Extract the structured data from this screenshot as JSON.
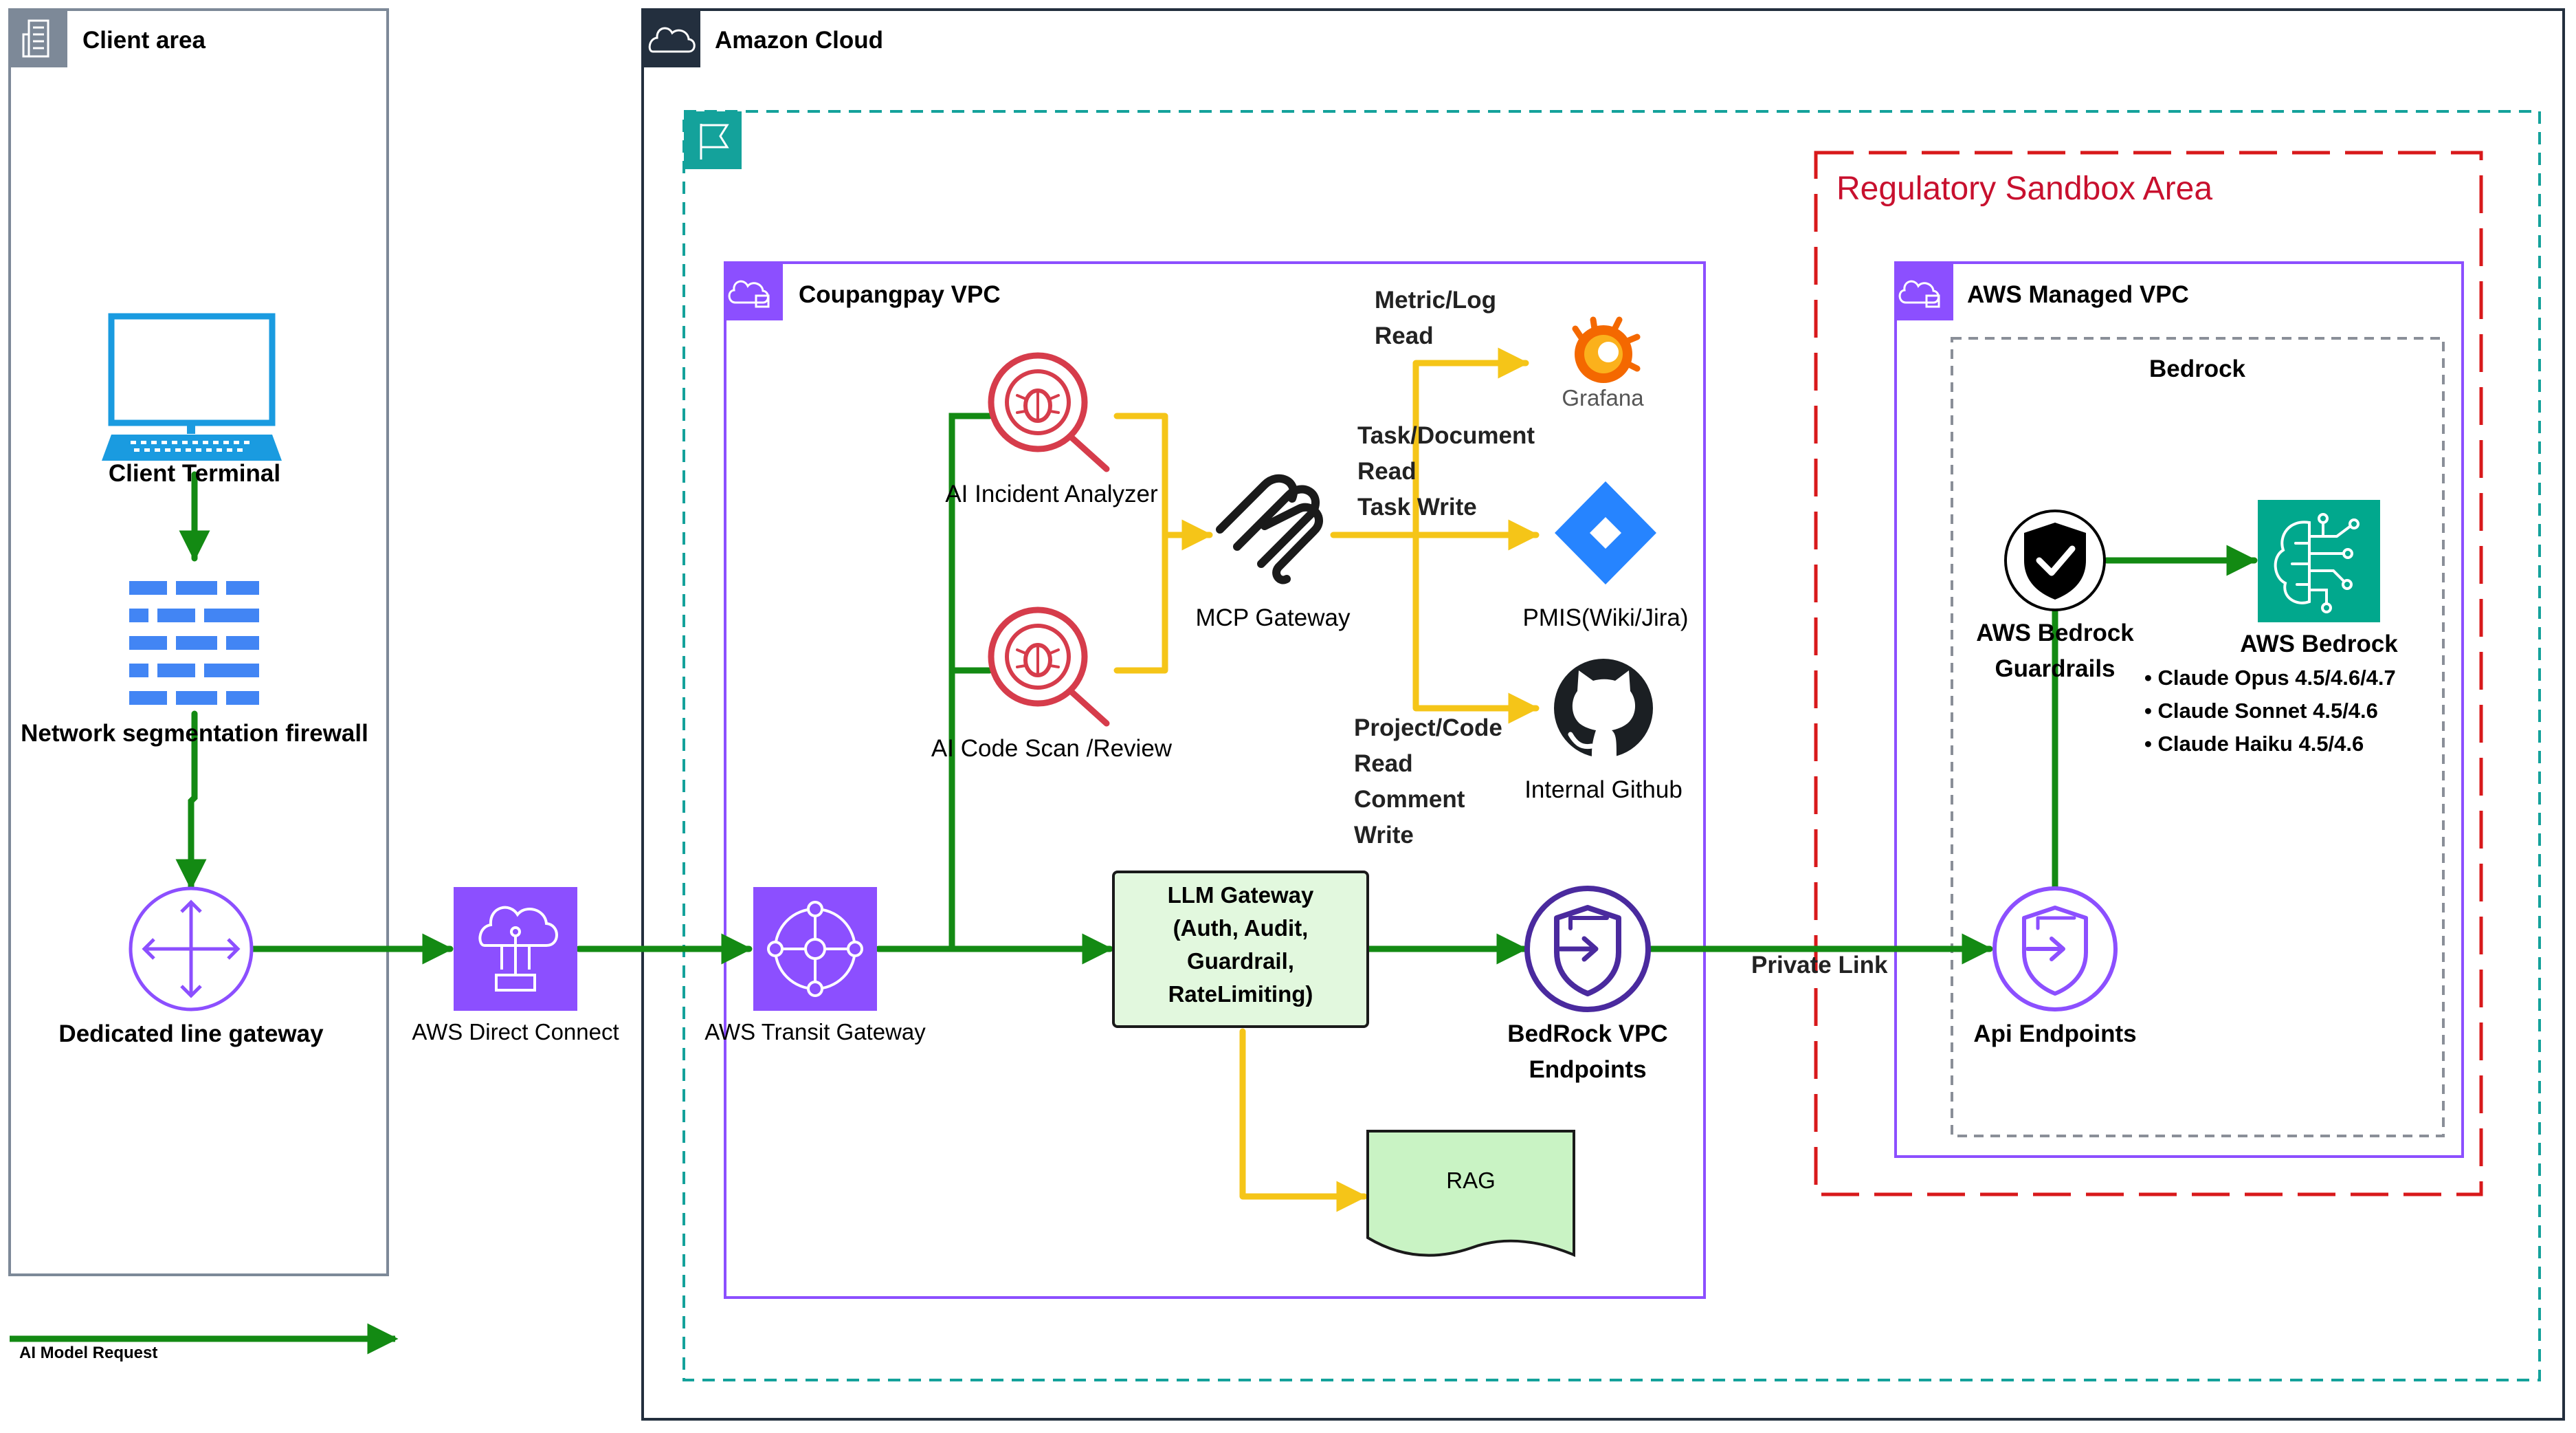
{
  "colors": {
    "flow_arrow": "#138a13",
    "mcp_arrow": "#f5c518",
    "vpc_border": "#8c4fff",
    "sandbox_border": "#d8191b",
    "sandbox_text": "#c8102e",
    "teal_group": "#14a29b",
    "aws_purple": "#8c4fff",
    "incident_red": "#d63c4b",
    "llm_box_fill": "#e2f8de",
    "rag_fill": "#c9f3c4",
    "firewall_blue": "#4285f4",
    "terminal_blue": "#1a9be0",
    "bedrock_green": "#01a88d",
    "jira_blue": "#2684ff"
  },
  "groups": {
    "client_area": "Client area",
    "amazon_cloud": "Amazon Cloud",
    "regulatory_sandbox": "Regulatory Sandbox Area",
    "coupangpay_vpc": "Coupangpay VPC",
    "aws_managed_vpc": "AWS Managed VPC",
    "bedrock": "Bedrock"
  },
  "nodes": {
    "client_terminal": "Client Terminal",
    "firewall": "Network segmentation firewall",
    "dedicated_gateway": "Dedicated line gateway",
    "direct_connect": "AWS Direct Connect",
    "transit_gateway": "AWS Transit Gateway",
    "incident_analyzer": "AI Incident Analyzer",
    "code_scan": "AI Code Scan /Review",
    "mcp_gateway": "MCP Gateway",
    "grafana_logo": "Grafana",
    "pmis": "PMIS(Wiki/Jira)",
    "github": "Internal Github",
    "llm_gateway": [
      "LLM Gateway",
      "(Auth, Audit,",
      "Guardrail,",
      "RateLimiting)"
    ],
    "rag": "RAG",
    "bedrock_vpc_endpoints": [
      "BedRock VPC",
      "Endpoints"
    ],
    "api_endpoints": "Api Endpoints",
    "guardrails": [
      "AWS Bedrock",
      "Guardrails"
    ],
    "aws_bedrock": "AWS Bedrock",
    "models": [
      "• Claude Opus 4.5/4.6/4.7",
      "• Claude Sonnet 4.5/4.6",
      "• Claude Haiku 4.5/4.6"
    ]
  },
  "edge_labels": {
    "metric_log": [
      "Metric/Log",
      "Read"
    ],
    "task_document": [
      "Task/Document",
      "Read",
      "Task Write"
    ],
    "project_code": [
      "Project/Code",
      "Read",
      "Comment",
      "Write"
    ],
    "private_link": "Private Link"
  },
  "legend": {
    "ai_model_request": "AI Model Request"
  },
  "icons": {
    "client_area": "building-icon",
    "amazon_cloud": "cloud-icon",
    "teal_group": "flag-icon",
    "vpc": "vpc-cloud-lock-icon"
  }
}
